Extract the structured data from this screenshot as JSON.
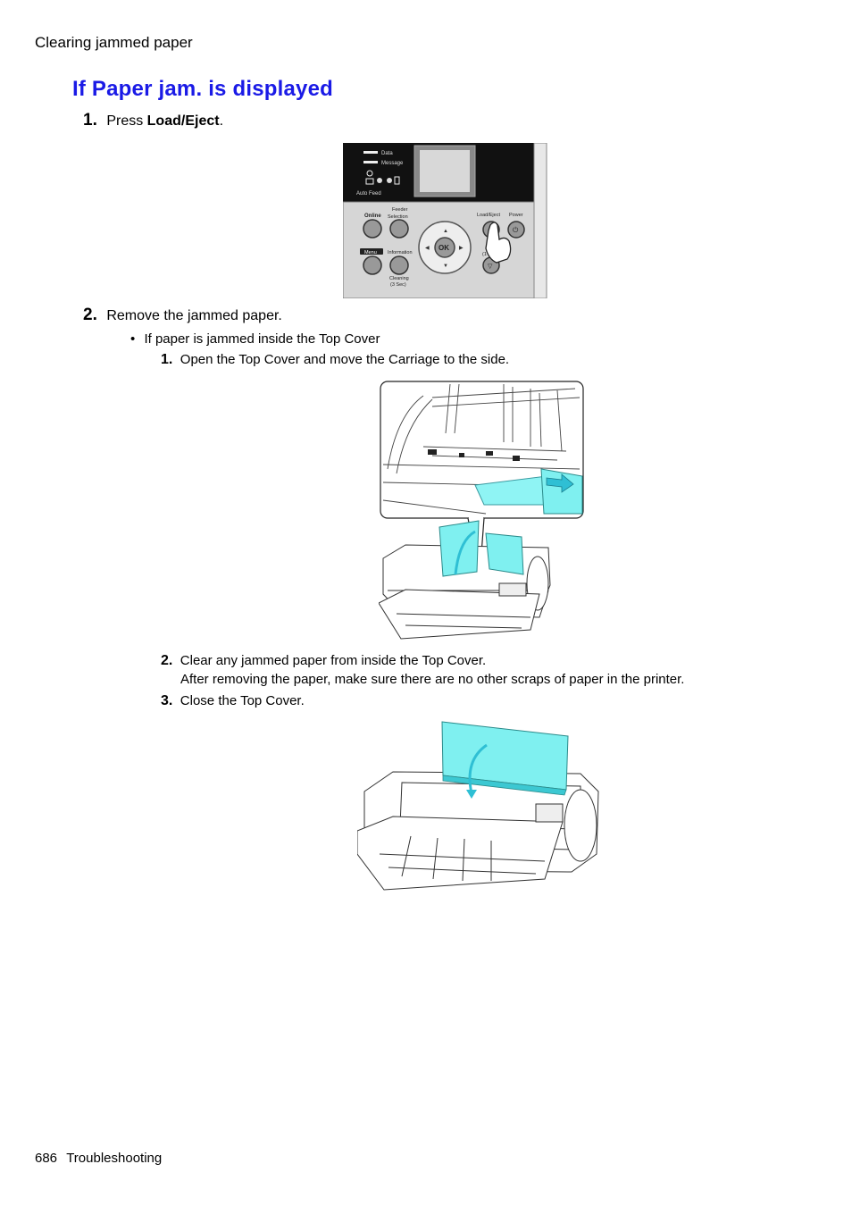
{
  "header": {
    "section": "Clearing jammed paper"
  },
  "heading": "If Paper jam.  is displayed",
  "steps": [
    {
      "num": "1.",
      "text_pre": "Press ",
      "text_bold": "Load/Eject",
      "text_post": "."
    },
    {
      "num": "2.",
      "text": "Remove the jammed paper."
    }
  ],
  "bullet": {
    "mark": "•",
    "text": "If paper is jammed inside the Top Cover"
  },
  "substeps": [
    {
      "num": "1.",
      "text": "Open the Top Cover and move the Carriage to the side."
    },
    {
      "num": "2.",
      "text": "Clear any jammed paper from inside the Top Cover.",
      "text2": "After removing the paper, make sure there are no other scraps of paper in the printer."
    },
    {
      "num": "3.",
      "text": "Close the Top Cover."
    }
  ],
  "panel": {
    "data": "Data",
    "message": "Message",
    "auto_feed": "Auto Feed",
    "online": "Online",
    "feeder1": "Feeder",
    "feeder2": "Selection",
    "menu": "Menu",
    "information": "Information",
    "cleaning1": "Cleaning",
    "cleaning2": "(3 Sec)",
    "ok": "OK",
    "load_eject": "Load/Eject",
    "power": "Power",
    "stop1": "St",
    "stop2": "(1 S"
  },
  "colors": {
    "heading": "#1a1ae6",
    "cover": "#7ff0f0",
    "cover_dark": "#3cc8d2"
  },
  "footer": {
    "page": "686",
    "label": "Troubleshooting"
  }
}
